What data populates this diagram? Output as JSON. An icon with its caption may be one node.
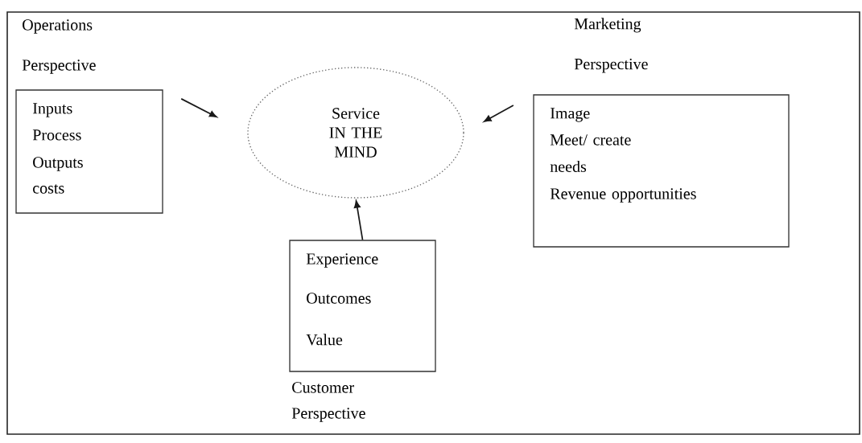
{
  "diagram": {
    "nodes": [
      {
        "text": [
          "Operations Perspective",
          "Inputs",
          "Process",
          "Outputs",
          "costs"
        ]
      },
      {
        "text": [
          "Service IN THE MIND"
        ]
      },
      {
        "text": [
          "Marketing Perspective",
          "Image",
          "Meet/ create needs",
          "Revenue opportunities"
        ]
      },
      {
        "text": [
          "Experience",
          "Outcomes",
          "Value",
          "Customer Perspective"
        ]
      }
    ],
    "edges": [
      {
        "from": 0,
        "to": 1,
        "arrow": "to"
      },
      {
        "from": 2,
        "to": 1,
        "arrow": "to"
      },
      {
        "from": 3,
        "to": 1,
        "arrow": "to"
      }
    ]
  }
}
